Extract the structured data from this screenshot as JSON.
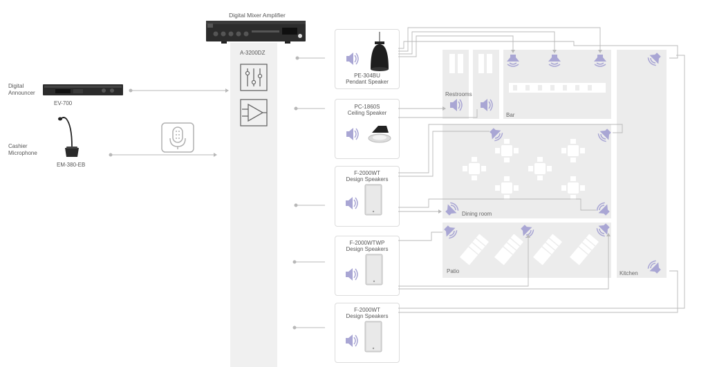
{
  "amplifier": {
    "title": "Digital Mixer Amplifier",
    "model": "A-3200DZ"
  },
  "sources": {
    "announcer": {
      "name_line1": "Digital",
      "name_line2": "Announcer",
      "model": "EV-700"
    },
    "microphone": {
      "name_line1": "Cashier",
      "name_line2": "Microphone",
      "model": "EM-380-EB"
    }
  },
  "speakers": [
    {
      "model": "PE-304BU",
      "type": "Pendant Speaker"
    },
    {
      "model": "PC-1860S",
      "type": "Ceiling Speaker"
    },
    {
      "model": "F-2000WT",
      "type": "Design Speakers"
    },
    {
      "model": "F-2000WTWP",
      "type": "Design Speakers"
    },
    {
      "model": "F-2000WT",
      "type": "Design Speakers"
    }
  ],
  "zones": {
    "restrooms": "Restrooms",
    "bar": "Bar",
    "dining": "Dining room",
    "patio": "Patio",
    "kitchen": "Kitchen"
  },
  "colors": {
    "speaker_icon": "#a9a6d4",
    "floorplan": "#ececec",
    "line": "#b8b8b8"
  }
}
